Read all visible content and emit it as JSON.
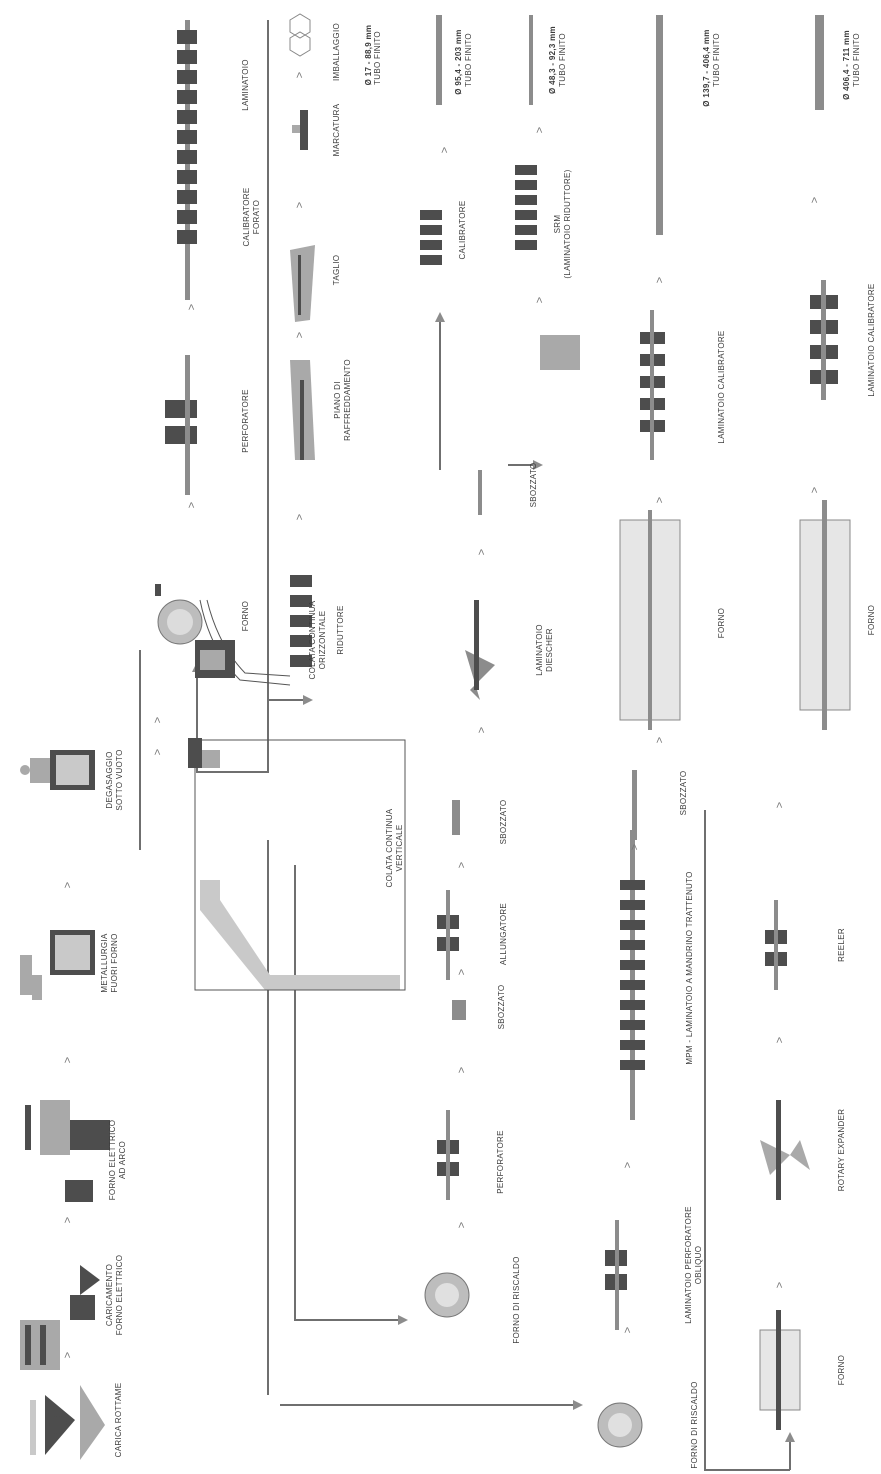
{
  "labels": {
    "carica_rottame": "CARICA ROTTAME",
    "caricamento": "CARICAMENTO\nFORNO ELETTRICO",
    "forno_elettrico": "FORNO ELETTRICO\nAD ARCO",
    "metallurgia": "METALLURGIA\nFUORI FORNO",
    "degasaggio": "DEGASAGGIO\nSOTTO VUOTO",
    "colata_verticale": "COLATA CONTINUA\nVERTICALE",
    "colata_orizzontale": "COLATA CONTINUA\nORIZZONTALE",
    "forno_top": "FORNO",
    "perforatore_top": "PERFORATORE",
    "calibratore_forato": "CALIBRATORE\nFORATO",
    "laminatoio_top": "LAMINATOIO",
    "imballaggio": "IMBALLAGGIO",
    "tubo_1_size": "Ø 17 - 88,9 mm",
    "tubo_finito": "TUBO FINITO",
    "riduttore": "RIDUTTORE",
    "piano_raffreddamento": "PIANO DI\nRAFFREDDAMENTO",
    "taglio": "TAGLIO",
    "marcatura": "MARCATURA",
    "laminatoio_diescher": "LAMINATOIO\nDIESCHER",
    "sbozzato": "SBOZZATO",
    "calibratore": "CALIBRATORE",
    "srm": "SRM\n(LAMINATOIO RIDUTTORE)",
    "tubo_2_size": "Ø 95,4 - 203 mm",
    "tubo_3_size": "Ø 48,3 - 92,3 mm",
    "forno_di_riscaldo": "FORNO DI RISCALDO",
    "perforatore": "PERFORATORE",
    "allungatore": "ALLUNGATORE",
    "laminatoio_perforatore_obliquo": "LAMINATOIO PERFORATORE\nOBLIQUO",
    "mpm": "MPM - LAMINATOIO A MANDRINO TRATTENUTO",
    "forno": "FORNO",
    "laminatoio_calibratore": "LAMINATOIO CALIBRATORE",
    "tubo_4_size": "Ø 139,7 - 406,4 mm",
    "rotary_expander": "ROTARY EXPANDER",
    "reeler": "REELER",
    "tubo_5_size": "Ø 406,4 - 711 mm"
  },
  "arrow_glyph": ">"
}
